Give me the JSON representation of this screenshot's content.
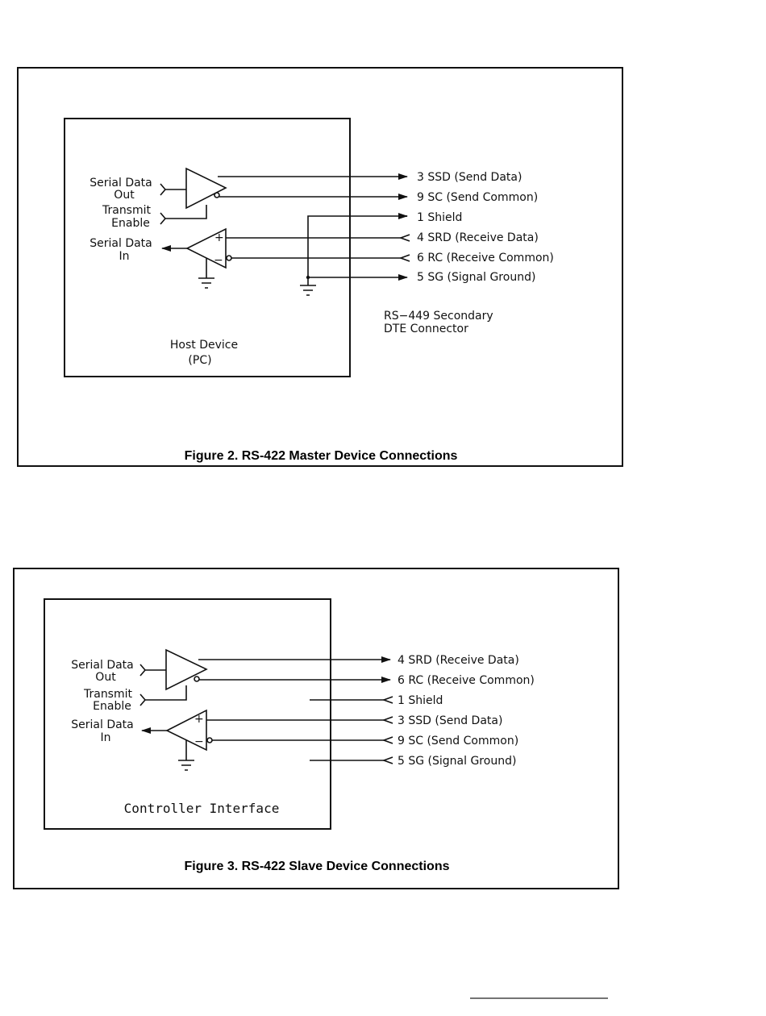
{
  "figure2": {
    "caption": "Figure 2.  RS-422 Master Device Connections",
    "device_label_1": "Host Device",
    "device_label_2": "(PC)",
    "input_labels": {
      "serial_data_out_1": "Serial Data",
      "serial_data_out_2": "Out",
      "transmit_enable_1": "Transmit",
      "transmit_enable_2": "Enable",
      "serial_data_in_1": "Serial Data",
      "serial_data_in_2": "In"
    },
    "pins": [
      "3 SSD (Send Data)",
      "9 SC (Send Common)",
      "1 Shield",
      "4 SRD (Receive Data)",
      "6 RC (Receive Common)",
      "5 SG (Signal Ground)"
    ],
    "connector_label_1": "RS−449 Secondary",
    "connector_label_2": "DTE Connector",
    "plus": "+",
    "minus": "−"
  },
  "figure3": {
    "caption": "Figure 3.  RS-422 Slave Device Connections",
    "device_label": "Controller Interface",
    "input_labels": {
      "serial_data_out_1": "Serial Data",
      "serial_data_out_2": "Out",
      "transmit_enable_1": "Transmit",
      "transmit_enable_2": "Enable",
      "serial_data_in_1": "Serial Data",
      "serial_data_in_2": "In"
    },
    "pins": [
      "4 SRD (Receive Data)",
      "6 RC (Receive Common)",
      "1 Shield",
      "3 SSD (Send Data)",
      "9 SC (Send Common)",
      "5 SG (Signal Ground)"
    ],
    "plus": "+",
    "minus": "−"
  }
}
